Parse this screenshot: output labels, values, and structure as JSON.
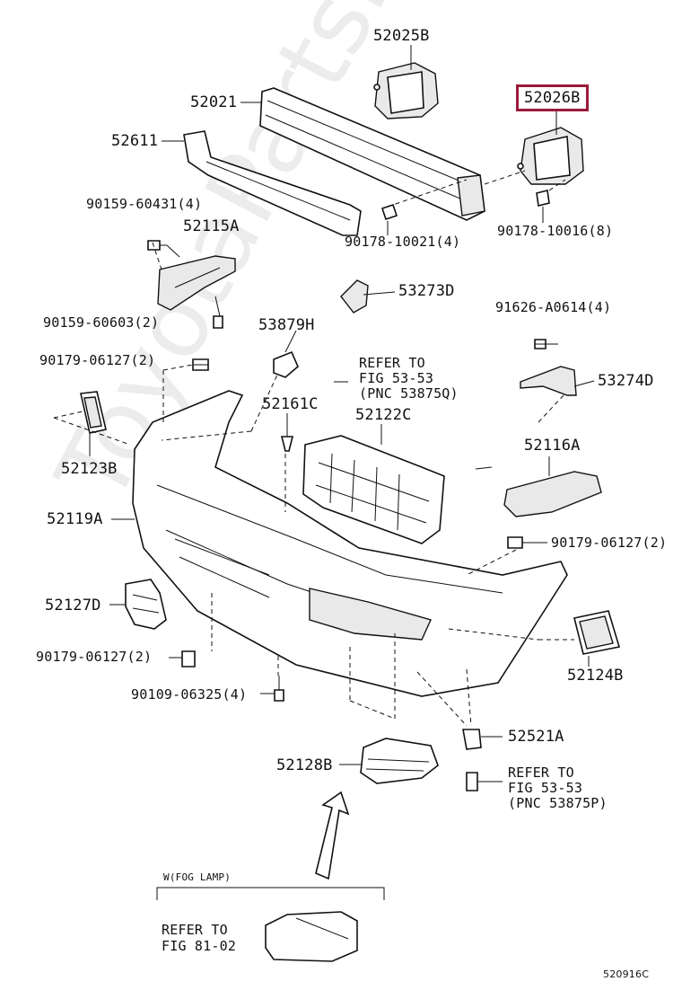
{
  "labels": {
    "p52025B": "52025B",
    "p52021": "52021",
    "p52026B": "52026B",
    "p52611": "52611",
    "p90159_60431": "90159-60431(4)",
    "p52115A": "52115A",
    "p90178_10021": "90178-10021(4)",
    "p90178_10016": "90178-10016(8)",
    "p53273D": "53273D",
    "p90159_60603": "90159-60603(2)",
    "p91626_A0614": "91626-A0614(4)",
    "p53879H": "53879H",
    "p90179_06127_a": "90179-06127(2)",
    "p53274D": "53274D",
    "p52161C": "52161C",
    "p52122C": "52122C",
    "p52123B": "52123B",
    "p52116A": "52116A",
    "p52119A": "52119A",
    "p90179_06127_b": "90179-06127(2)",
    "p52127D": "52127D",
    "p90179_06127_c": "90179-06127(2)",
    "p52124B": "52124B",
    "p90109_06325": "90109-06325(4)",
    "p52521A": "52521A",
    "p52128B": "52128B"
  },
  "refs": {
    "ref1": [
      "REFER TO",
      "FIG 53-53",
      "(PNC 53875Q)"
    ],
    "ref2": [
      "REFER TO",
      "FIG 53-53",
      "(PNC 53875P)"
    ],
    "ref3": [
      "REFER TO",
      "FIG 81-02"
    ]
  },
  "fog_lamp_note": "W(FOG LAMP)",
  "figure_code": "520916C",
  "watermark": "ToyotaPartsMine.ru",
  "highlight_color": "#9b1b3a"
}
